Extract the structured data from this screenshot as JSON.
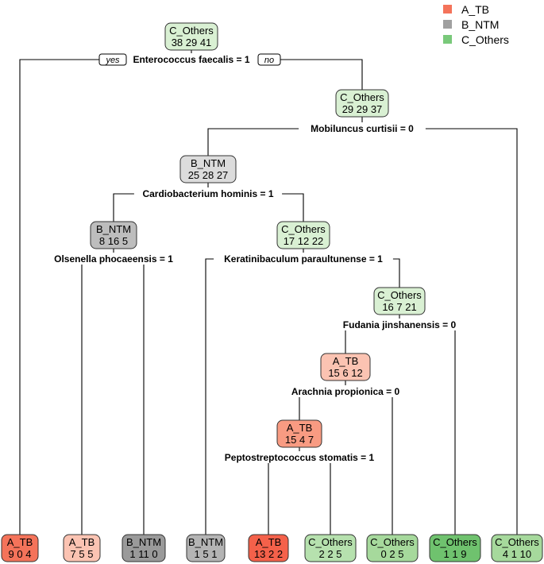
{
  "legend": [
    {
      "label": "A_TB",
      "color": "#f4735a"
    },
    {
      "label": "B_NTM",
      "color": "#a0a0a0"
    },
    {
      "label": "C_Others",
      "color": "#79c97a"
    }
  ],
  "branch_labels": {
    "yes": "yes",
    "no": "no"
  },
  "nodes": [
    {
      "id": "n1",
      "cls": "C_Others",
      "counts": "38  29  41",
      "fill": "#d9f0d3"
    },
    {
      "id": "n2",
      "cls": "C_Others",
      "counts": "29  29  37",
      "fill": "#d9f0d3"
    },
    {
      "id": "n3",
      "cls": "B_NTM",
      "counts": "25  28  27",
      "fill": "#dcdcdc"
    },
    {
      "id": "n4",
      "cls": "B_NTM",
      "counts": "8  16  5",
      "fill": "#bdbdbd"
    },
    {
      "id": "n5",
      "cls": "C_Others",
      "counts": "17  12  22",
      "fill": "#d9f0d3"
    },
    {
      "id": "n6",
      "cls": "C_Others",
      "counts": "16  7  21",
      "fill": "#d9f0d3"
    },
    {
      "id": "n7",
      "cls": "A_TB",
      "counts": "15  6  12",
      "fill": "#fbc3b2"
    },
    {
      "id": "n8",
      "cls": "A_TB",
      "counts": "15  4  7",
      "fill": "#f89b82"
    },
    {
      "id": "l1",
      "cls": "A_TB",
      "counts": "9  0  4",
      "fill": "#f4735a"
    },
    {
      "id": "l2",
      "cls": "A_TB",
      "counts": "7  5  5",
      "fill": "#fbc3b2"
    },
    {
      "id": "l3",
      "cls": "B_NTM",
      "counts": "1  11  0",
      "fill": "#9a9a9a"
    },
    {
      "id": "l4",
      "cls": "B_NTM",
      "counts": "1  5  1",
      "fill": "#b4b4b4"
    },
    {
      "id": "l5",
      "cls": "A_TB",
      "counts": "13  2  2",
      "fill": "#f4614a"
    },
    {
      "id": "l6",
      "cls": "C_Others",
      "counts": "2  2  5",
      "fill": "#b6e1ae"
    },
    {
      "id": "l7",
      "cls": "C_Others",
      "counts": "0  2  5",
      "fill": "#a6d99c"
    },
    {
      "id": "l8",
      "cls": "C_Others",
      "counts": "1  1  9",
      "fill": "#6fc26e"
    },
    {
      "id": "l9",
      "cls": "C_Others",
      "counts": "4  1  10",
      "fill": "#a6d99c"
    }
  ],
  "splits": [
    {
      "id": "s1",
      "label": "Enterococcus faecalis = 1"
    },
    {
      "id": "s2",
      "label": "Mobiluncus curtisii = 0"
    },
    {
      "id": "s3",
      "label": "Cardiobacterium hominis = 1"
    },
    {
      "id": "s4",
      "label": "Olsenella phocaeensis = 1"
    },
    {
      "id": "s5",
      "label": "Keratinibaculum paraultunense = 1"
    },
    {
      "id": "s6",
      "label": "Fudania jinshanensis = 0"
    },
    {
      "id": "s7",
      "label": "Arachnia propionica = 0"
    },
    {
      "id": "s8",
      "label": "Peptostreptococcus stomatis = 1"
    }
  ]
}
